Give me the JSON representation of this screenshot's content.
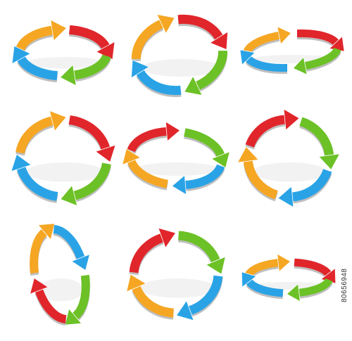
{
  "colors": {
    "orange": "#f5a623",
    "red": "#e0262b",
    "green": "#6cc126",
    "blue": "#2aa3e6",
    "shadow": "#d9d9d9"
  },
  "icons": [
    {
      "id": "icon-1",
      "shape": "ellipse-flat",
      "arrows": [
        "orange",
        "red",
        "green",
        "blue"
      ]
    },
    {
      "id": "icon-2",
      "shape": "ellipse-tilted",
      "arrows": [
        "orange",
        "red",
        "green",
        "blue"
      ]
    },
    {
      "id": "icon-3",
      "shape": "ellipse-very-flat",
      "arrows": [
        "orange",
        "red",
        "green",
        "blue"
      ]
    },
    {
      "id": "icon-4",
      "shape": "circle",
      "arrows": [
        "orange",
        "red",
        "green",
        "blue"
      ]
    },
    {
      "id": "icon-5",
      "shape": "ellipse-wide",
      "arrows": [
        "red",
        "green",
        "blue",
        "orange"
      ]
    },
    {
      "id": "icon-6",
      "shape": "circle-tilted",
      "arrows": [
        "red",
        "green",
        "blue",
        "orange"
      ]
    },
    {
      "id": "icon-7",
      "shape": "ellipse-vertical",
      "arrows": [
        "orange",
        "blue",
        "green",
        "red"
      ]
    },
    {
      "id": "icon-8",
      "shape": "circle-perspective",
      "arrows": [
        "red",
        "green",
        "blue",
        "orange"
      ]
    },
    {
      "id": "icon-9",
      "shape": "ellipse-flat-small",
      "arrows": [
        "orange",
        "red",
        "green",
        "blue"
      ]
    }
  ],
  "watermark": {
    "stock_id": "80656948"
  }
}
